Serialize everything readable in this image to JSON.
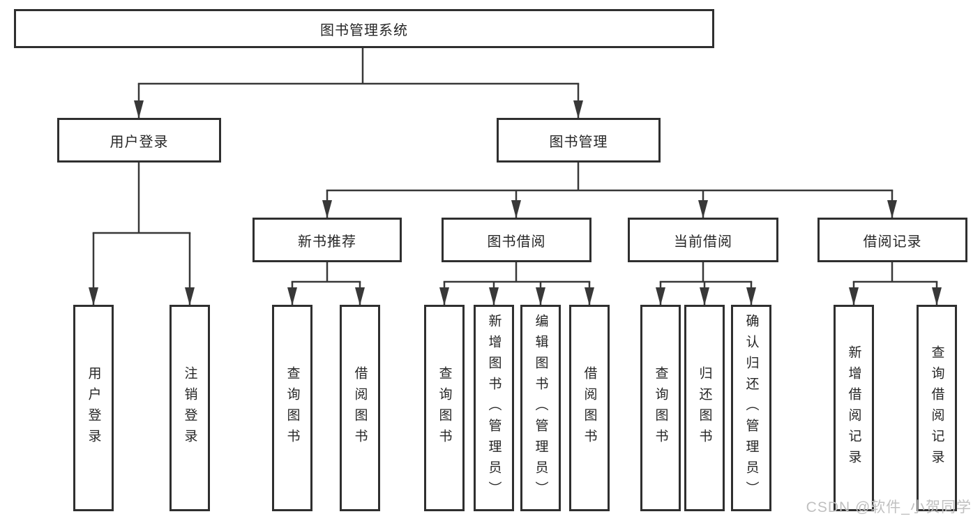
{
  "diagram": {
    "root": {
      "label": "图书管理系统"
    },
    "branches": [
      {
        "label": "用户登录",
        "children": [
          "用户登录",
          "注销登录"
        ]
      },
      {
        "label": "图书管理",
        "children": [
          {
            "label": "新书推荐",
            "children": [
              "查询图书",
              "借阅图书"
            ]
          },
          {
            "label": "图书借阅",
            "children": [
              "查询图书",
              "新增图书（管理员）",
              "编辑图书（管理员）",
              "借阅图书"
            ]
          },
          {
            "label": "当前借阅",
            "children": [
              "查询图书",
              "归还图书",
              "确认归还（管理员）"
            ]
          },
          {
            "label": "借阅记录",
            "children": [
              "新增借阅记录",
              "查询借阅记录"
            ]
          }
        ]
      }
    ]
  },
  "watermark": {
    "text": "CSDN @软件_小贺同学"
  },
  "colors": {
    "line": "#383838",
    "box_border": "#2f2f2f",
    "text": "#262626",
    "watermark": "#c0c0c0",
    "background": "#ffffff"
  }
}
